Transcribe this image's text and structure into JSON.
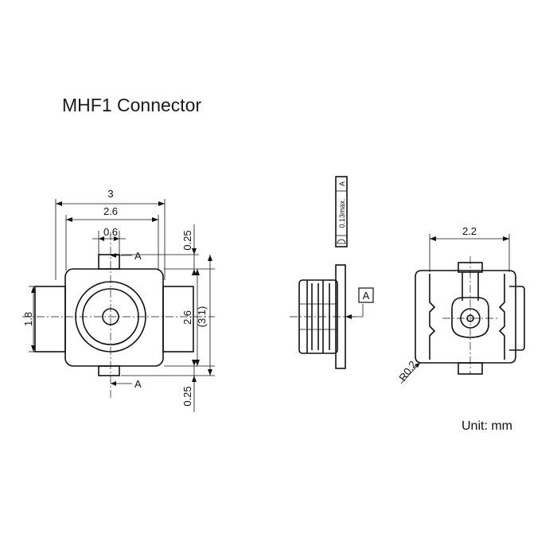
{
  "title": "MHF1 Connector",
  "unit_label": "Unit: mm",
  "front_view": {
    "dim_width_outer": "3",
    "dim_width_inner": "2.6",
    "dim_tab_width": "0.6",
    "dim_side_height": "1.8",
    "dim_height": "2.6",
    "dim_height_ref": "(3.1)",
    "dim_top_tab": "0.25",
    "dim_bottom_tab": "0.25",
    "section_label_top": "A",
    "section_label_bottom": "A"
  },
  "side_view": {
    "flatness_value": "0.13max.",
    "datum_ref": "A",
    "datum_label": "A"
  },
  "top_view": {
    "dim_width": "2.2",
    "dim_radius": "R0.2"
  }
}
